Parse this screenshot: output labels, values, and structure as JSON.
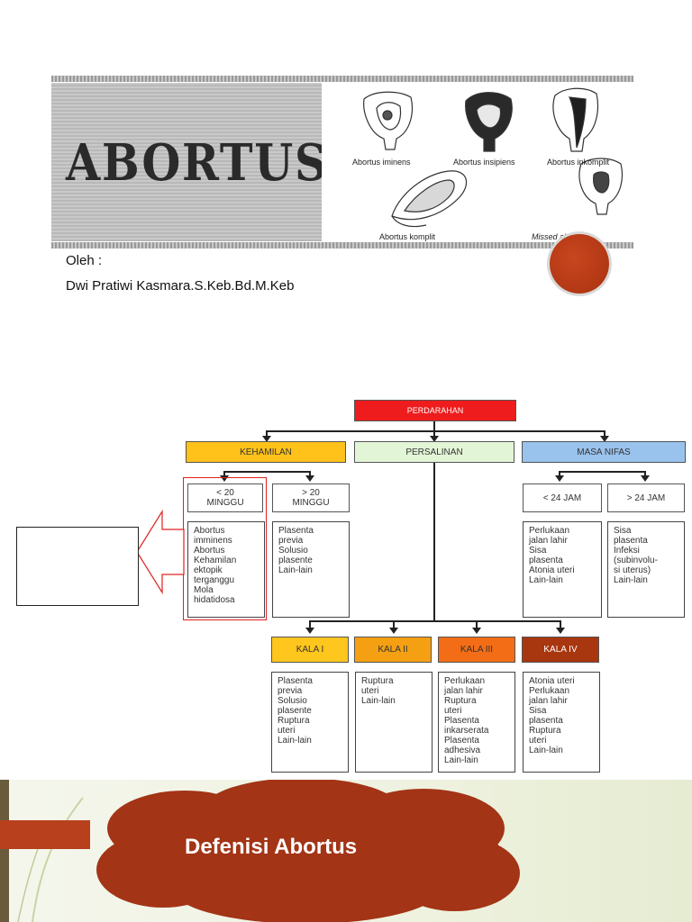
{
  "title": "ABORTUS",
  "uterus_labels": {
    "iminens": "Abortus iminens",
    "insipiens": "Abortus insipiens",
    "inkomplit": "Abortus inkomplit",
    "komplit": "Abortus komplit",
    "missed": "Missed abortion"
  },
  "author": {
    "prefix": "Oleh :",
    "name": "Dwi Pratiwi Kasmara.S.Keb.Bd.M.Keb"
  },
  "flowchart": {
    "root": "PERDARAHAN",
    "kehamilan": "KEHAMILAN",
    "persalinan": "PERSALINAN",
    "masa_nifas": "MASA NIFAS",
    "lt20": "< 20\nMINGGU",
    "gt20": "> 20\nMINGGU",
    "lt24": "< 24 JAM",
    "gt24": "> 24 JAM",
    "lt20_list": "Abortus\nimminens\nAbortus\nKehamilan\nektopik\nterganggu\nMola\nhidatidosa",
    "gt20_list": "Plasenta\nprevia\nSolusio\nplasente\nLain-lain",
    "lt24_list": "Perlukaan\njalan lahir\nSisa\nplasenta\nAtonia uteri\nLain-lain",
    "gt24_list": "Sisa\nplasenta\nInfeksi\n(subinvolu-\nsi uterus)\nLain-lain",
    "kala1": "KALA I",
    "kala2": "KALA II",
    "kala3": "KALA III",
    "kala4": "KALA IV",
    "kala1_list": "Plasenta\nprevia\nSolusio\nplasente\nRuptura\nuteri\nLain-lain",
    "kala2_list": "Ruptura\nuteri\nLain-lain",
    "kala3_list": "Perlukaan\njalan lahir\nRuptura\nuteri\nPlasenta\ninkarserata\nPlasenta\nadhesiva\nLain-lain",
    "kala4_list": "Atonia uteri\nPerlukaan\njalan lahir\nSisa\nplasenta\nRuptura\nuteri\nLain-lain"
  },
  "bottom": {
    "heading": "Defenisi Abortus"
  },
  "colors": {
    "root": "#ee1c1c",
    "kehamilan": "#ffc21a",
    "persalinan": "#e2f5d6",
    "masa_nifas": "#99c2ec",
    "kala1": "#ffc61e",
    "kala2": "#f5a013",
    "kala3": "#f26d16",
    "kala4": "#a8360f",
    "cloud": "#a33416"
  }
}
